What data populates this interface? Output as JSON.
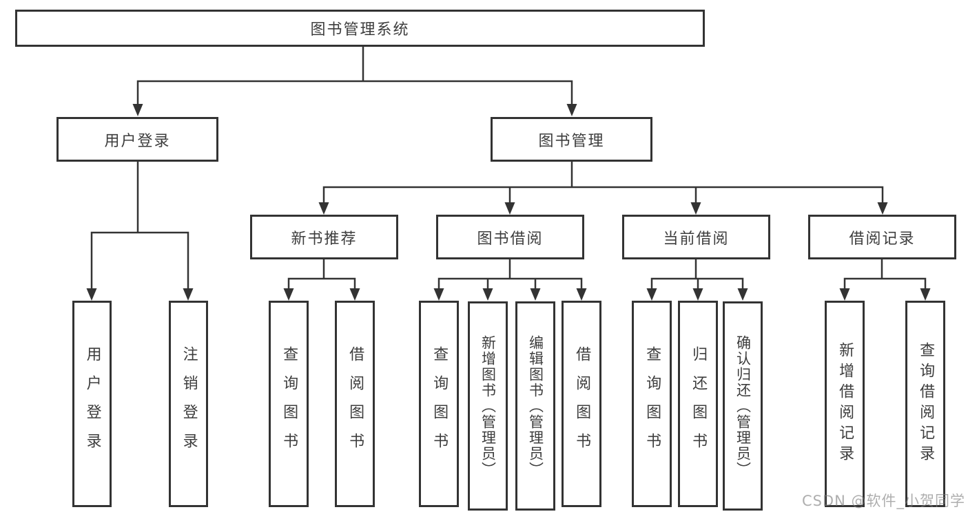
{
  "colors": {
    "line": "#333333",
    "box_border": "#333333",
    "text": "#3d3d3d",
    "background": "#ffffff",
    "watermark": "#9e9e9e"
  },
  "tree": {
    "label": "图书管理系统",
    "children": [
      {
        "label": "用户登录",
        "children": [
          {
            "label": "用户登录"
          },
          {
            "label": "注销登录"
          }
        ]
      },
      {
        "label": "图书管理",
        "children": [
          {
            "label": "新书推荐",
            "children": [
              {
                "label": "查询图书"
              },
              {
                "label": "借阅图书"
              }
            ]
          },
          {
            "label": "图书借阅",
            "children": [
              {
                "label": "查询图书"
              },
              {
                "label": "新增图书（管理员）"
              },
              {
                "label": "编辑图书（管理员）"
              },
              {
                "label": "借阅图书"
              }
            ]
          },
          {
            "label": "当前借阅",
            "children": [
              {
                "label": "查询图书"
              },
              {
                "label": "归还图书"
              },
              {
                "label": "确认归还（管理员）"
              }
            ]
          },
          {
            "label": "借阅记录",
            "children": [
              {
                "label": "新增借阅记录"
              },
              {
                "label": "查询借阅记录"
              }
            ]
          }
        ]
      }
    ]
  },
  "watermark": {
    "text": "CSDN @软件_小贺同学"
  }
}
